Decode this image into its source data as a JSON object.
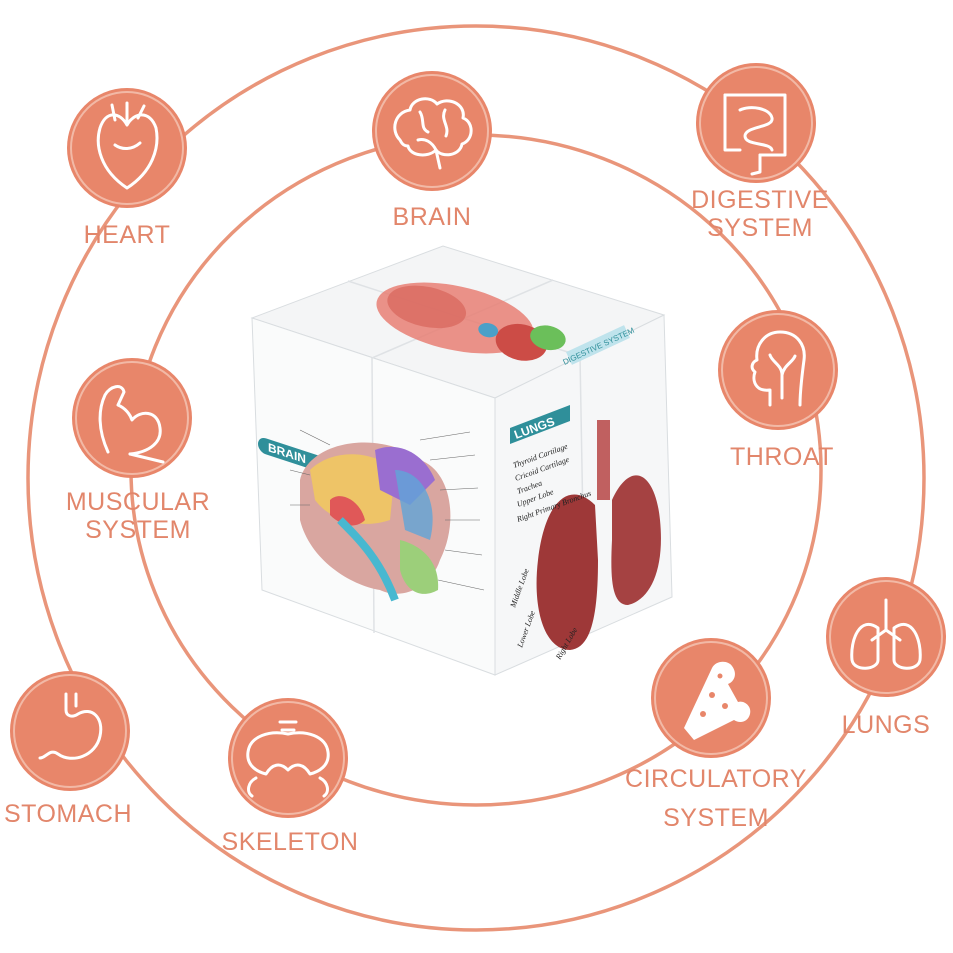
{
  "systems": {
    "heart": {
      "label": "HEART",
      "icon": "heart-icon"
    },
    "brain": {
      "label": "BRAIN",
      "icon": "brain-icon"
    },
    "digestive": {
      "line1": "DIGESTIVE",
      "line2": "SYSTEM",
      "icon": "intestines-icon"
    },
    "throat": {
      "label": "THROAT",
      "icon": "throat-icon"
    },
    "muscular": {
      "line1": "MUSCULAR",
      "line2": "SYSTEM",
      "icon": "flexed-arm-icon"
    },
    "lungs": {
      "label": "LUNGS",
      "icon": "lungs-icon"
    },
    "circulatory": {
      "line1": "CIRCULATORY",
      "line2": "SYSTEM",
      "icon": "bone-cells-icon"
    },
    "stomach": {
      "label": "STOMACH",
      "icon": "stomach-icon"
    },
    "skeleton": {
      "label": "SKELETON",
      "icon": "pelvis-icon"
    }
  },
  "cube": {
    "left_face_title": "BRAIN",
    "right_face_title": "LUNGS",
    "top_face_title": "DIGESTIVE SYSTEM",
    "lungs_labels": [
      "Thyroid Cartilage",
      "Cricoid Cartilage",
      "Trachea",
      "Upper Lobe",
      "Right Primary Bronchus",
      "Middle Lobe",
      "Lower Lobe",
      "Right Lobe"
    ]
  },
  "colors": {
    "accent": "#e8866a",
    "ring": "#e9957a",
    "label": "#e2866b",
    "face_title": "#2f8f9a"
  }
}
